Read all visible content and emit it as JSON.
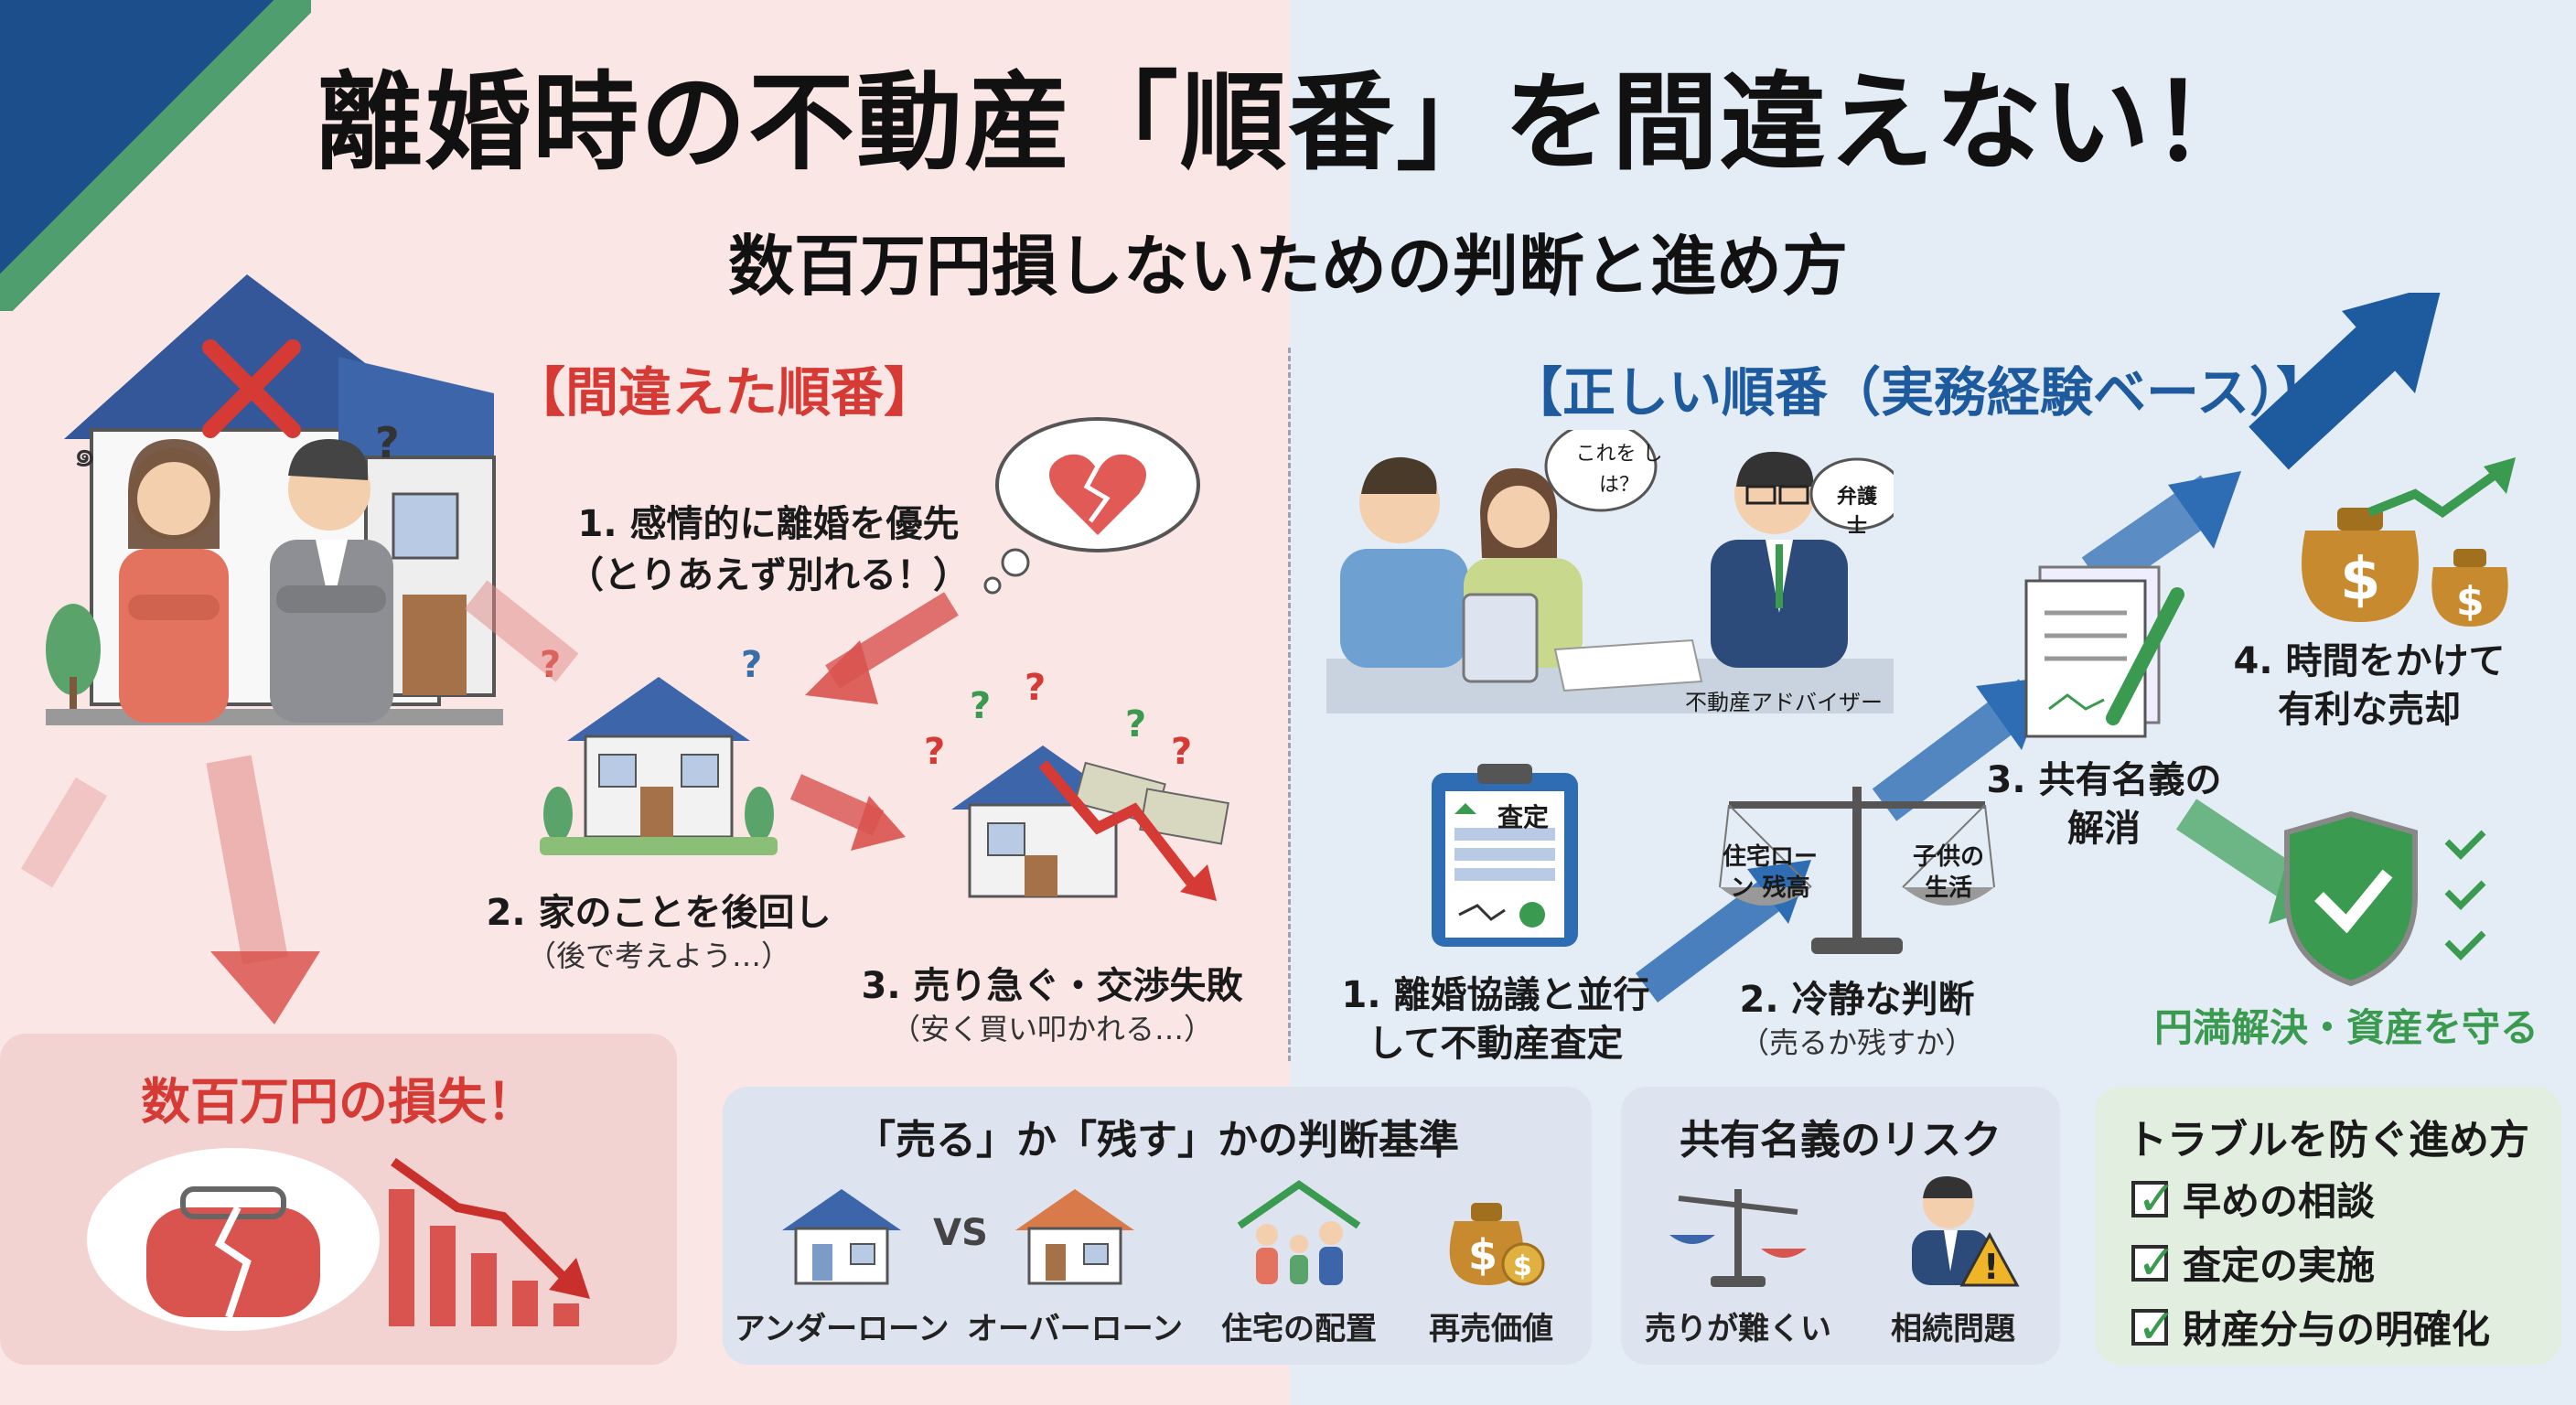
{
  "title": "離婚時の不動産「順番」を間違えない！",
  "subtitle": "数百万円損しないための判断と進め方",
  "wrong": {
    "heading": "【間違えた順番】",
    "step1": "1. 感情的に離婚を優先",
    "step1_sub": "（とりあえず別れる！）",
    "step2": "2. 家のことを後回し",
    "step2_sub": "（後で考えよう…）",
    "step3": "3. 売り急ぐ・交渉失敗",
    "step3_sub": "（安く買い叩かれる…）",
    "loss": "数百万円の損失！"
  },
  "right": {
    "heading": "【正しい順番（実務経験ベース）】",
    "bubble_client": "これを しは？",
    "bubble_lawyer": "弁護士",
    "advisor_label": "不動産アドバイザー",
    "clipboard_label": "査定",
    "step1_l1": "1. 離婚協議と並行",
    "step1_l2": "して不動産査定",
    "scale_left": "住宅ローン 残高",
    "scale_right": "子供の 生活",
    "step2": "2. 冷静な判断",
    "step2_sub": "（売るか残すか）",
    "step3_l1": "3. 共有名義の",
    "step3_l2": "解消",
    "step4_l1": "4. 時間をかけて",
    "step4_l2": "有利な売却",
    "result": "円満解決・資産を守る"
  },
  "judge": {
    "title": "「売る」か「残す」かの判断基準",
    "vs": "VS",
    "items": [
      "アンダーローン",
      "オーバーローン",
      "住宅の配置",
      "再売価値"
    ]
  },
  "risk": {
    "title": "共有名義のリスク",
    "items": [
      "売りが難くい",
      "相続問題"
    ]
  },
  "trouble": {
    "title": "トラブルを防ぐ進め方",
    "items": [
      "早めの相談",
      "査定の実施",
      "財産分与の明確化"
    ]
  },
  "colors": {
    "red": "#d63a34",
    "blue": "#1d5a9e",
    "green": "#3a9a4f",
    "navy": "#1d4e8c"
  }
}
